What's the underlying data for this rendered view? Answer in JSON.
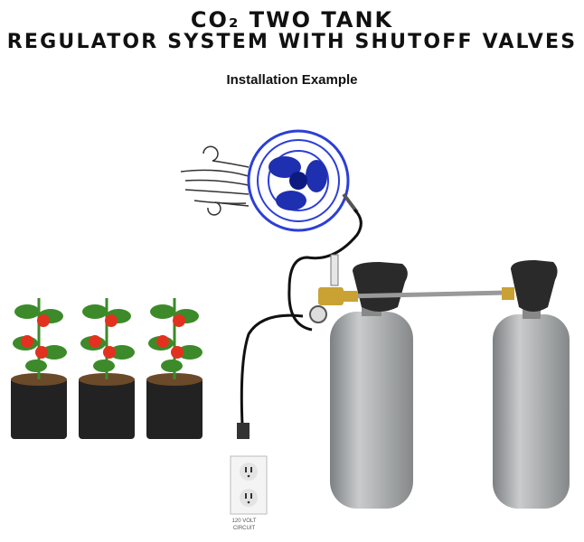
{
  "title": {
    "line1": "CO₂ TWO TANK",
    "line2": "REGULATOR SYSTEM WITH SHUTOFF VALVES"
  },
  "subtitle": "Installation Example",
  "outlet_label": {
    "line1": "120 VOLT",
    "line2": "CIRCUIT"
  },
  "colors": {
    "fan": "#2b3fd6",
    "tank": "#a3a6a8",
    "brass": "#c9a233",
    "pot": "#222222",
    "tomato": "#e2321f",
    "leaf": "#3d8a2a"
  }
}
